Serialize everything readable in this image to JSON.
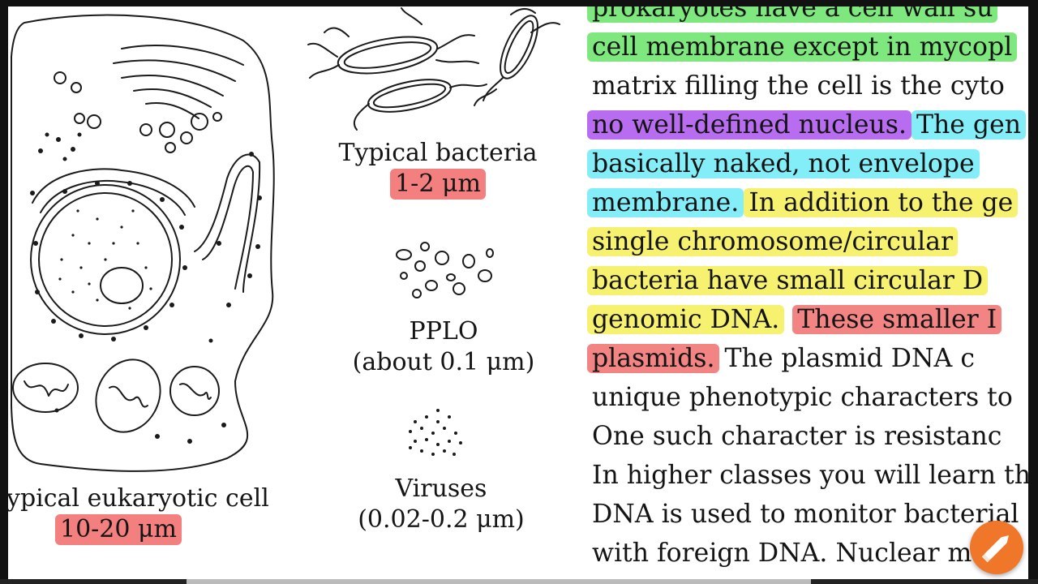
{
  "figure": {
    "eukaryote": {
      "label": "ypical eukaryotic cell",
      "size": "10-20 μm"
    },
    "bacteria": {
      "label": "Typical bacteria",
      "size": "1-2 μm"
    },
    "pplo": {
      "label": "PPLO",
      "size": "(about 0.1 μm)"
    },
    "viruses": {
      "label": "Viruses",
      "size": "(0.02-0.2 μm)"
    }
  },
  "text_lines": [
    {
      "segments": [
        {
          "text": "prokaryotes have a cell wall su",
          "hl": "g"
        }
      ]
    },
    {
      "segments": [
        {
          "text": "cell membrane except in mycopl",
          "hl": "g"
        }
      ]
    },
    {
      "segments": [
        {
          "text": "matrix filling the cell is the cyto",
          "hl": ""
        }
      ]
    },
    {
      "segments": [
        {
          "text": "no well-defined nucleus.",
          "hl": "p"
        },
        {
          "text": "The gen",
          "hl": "c"
        }
      ]
    },
    {
      "segments": [
        {
          "text": "basically naked, not envelope",
          "hl": "c"
        }
      ]
    },
    {
      "segments": [
        {
          "text": "membrane.",
          "hl": "c"
        },
        {
          "text": "In addition to the ge",
          "hl": "y"
        }
      ]
    },
    {
      "segments": [
        {
          "text": "single chromosome/circular",
          "hl": "y"
        }
      ]
    },
    {
      "segments": [
        {
          "text": "bacteria have small circular D",
          "hl": "y"
        }
      ]
    },
    {
      "segments": [
        {
          "text": "genomic DNA.",
          "hl": "y"
        },
        {
          "text": "These smaller I",
          "hl": "r"
        }
      ]
    },
    {
      "segments": [
        {
          "text": "plasmids.",
          "hl": "r"
        },
        {
          "text": "The plasmid DNA c",
          "hl": ""
        }
      ]
    },
    {
      "segments": [
        {
          "text": "unique phenotypic characters to",
          "hl": ""
        }
      ]
    },
    {
      "segments": [
        {
          "text": "One such character is resistanc",
          "hl": ""
        }
      ]
    },
    {
      "segments": [
        {
          "text": "In higher classes you will learn th",
          "hl": ""
        }
      ]
    },
    {
      "segments": [
        {
          "text": "DNA is used to monitor bacterial",
          "hl": ""
        }
      ]
    },
    {
      "segments": [
        {
          "text": "with foreign DNA. Nuclear mem",
          "hl": ""
        }
      ]
    }
  ],
  "colors": {
    "green": "#7ee87e",
    "purple": "#b86cf0",
    "cyan": "#84eef8",
    "yellow": "#f6f270",
    "red": "#f28484",
    "fab": "#f0772a"
  },
  "icons": {
    "fab": "pencil-icon"
  }
}
